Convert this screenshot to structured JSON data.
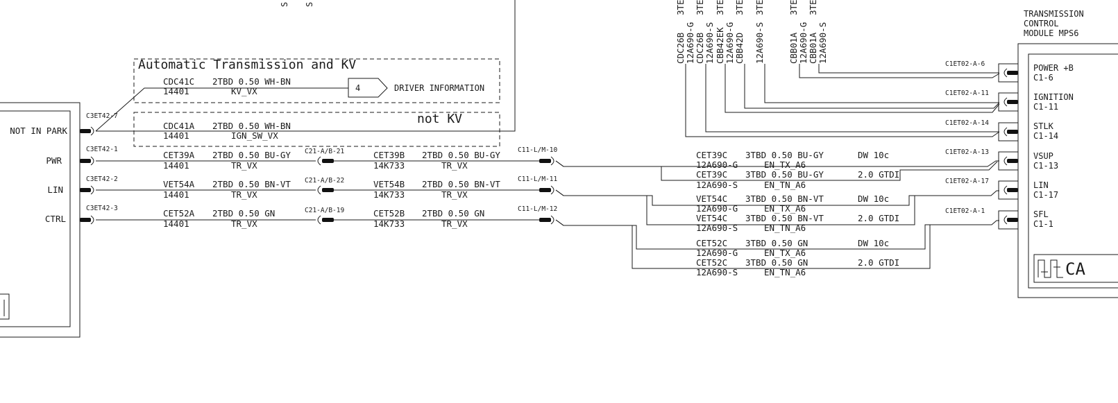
{
  "left_module": {
    "pins": [
      "NOT IN PARK",
      "PWR",
      "LIN",
      "CTRL"
    ],
    "connectors": [
      "C3ET42-7",
      "C3ET42-1",
      "C3ET42-2",
      "C3ET42-3"
    ]
  },
  "auto_box": {
    "title": "Automatic Transmission and KV",
    "circuit": "CDC41C",
    "spec": "2TBD 0.50 WH-BN",
    "harness": "14401",
    "signal": "KV_VX",
    "ref_number": "4",
    "ref_label": "DRIVER INFORMATION"
  },
  "notkv_box": {
    "title": "not KV",
    "circuit": "CDC41A",
    "spec": "2TBD 0.50 WH-BN",
    "harness": "14401",
    "signal": "IGN_SW_VX"
  },
  "rows": [
    {
      "circuit": "CET39A",
      "spec": "2TBD 0.50 BU-GY",
      "harness": "14401",
      "signal": "TR_VX",
      "mid_conn": "C21-A/B-21",
      "circuit2": "CET39B",
      "spec2": "2TBD 0.50 BU-GY",
      "harness2": "14K733",
      "signal2": "TR_VX",
      "end_conn": "C11-L/M-10"
    },
    {
      "circuit": "VET54A",
      "spec": "2TBD 0.50 BN-VT",
      "harness": "14401",
      "signal": "TR_VX",
      "mid_conn": "C21-A/B-22",
      "circuit2": "VET54B",
      "spec2": "2TBD 0.50 BN-VT",
      "harness2": "14K733",
      "signal2": "TR_VX",
      "end_conn": "C11-L/M-11"
    },
    {
      "circuit": "CET52A",
      "spec": "2TBD 0.50 GN",
      "harness": "14401",
      "signal": "TR_VX",
      "mid_conn": "C21-A/B-19",
      "circuit2": "CET52B",
      "spec2": "2TBD 0.50 GN",
      "harness2": "14K733",
      "signal2": "TR_VX",
      "end_conn": "C11-L/M-12"
    }
  ],
  "split_wires": [
    {
      "circuit": "CET39C",
      "spec": "3TBD 0.50 BU-GY",
      "harness": "12A690-G",
      "signal": "EN_TX_A6",
      "variant": "DW 10c"
    },
    {
      "circuit": "CET39C",
      "spec": "3TBD 0.50 BU-GY",
      "harness": "12A690-S",
      "signal": "EN_TN_A6",
      "variant": "2.0 GTDI"
    },
    {
      "circuit": "VET54C",
      "spec": "3TBD 0.50 BN-VT",
      "harness": "12A690-G",
      "signal": "EN_TX_A6",
      "variant": "DW 10c"
    },
    {
      "circuit": "VET54C",
      "spec": "3TBD 0.50 BN-VT",
      "harness": "12A690-S",
      "signal": "EN_TN_A6",
      "variant": "2.0 GTDI"
    },
    {
      "circuit": "CET52C",
      "spec": "3TBD 0.50 GN",
      "harness": "12A690-G",
      "signal": "EN_TX_A6",
      "variant": "DW 10c"
    },
    {
      "circuit": "CET52C",
      "spec": "3TBD 0.50 GN",
      "harness": "12A690-S",
      "signal": "EN_TN_A6",
      "variant": "2.0 GTDI"
    }
  ],
  "vertical_labels": [
    "CDC26B",
    "12A690-G",
    "CDC26B",
    "12A690-S",
    "CBB42EK",
    "12A690-G",
    "CBB42D",
    "12A690-S",
    "CBB01A",
    "12A690-G",
    "CBB01A",
    "12A690-S"
  ],
  "vertical_top": "3TE",
  "tcm": {
    "title_lines": [
      "TRANSMISSION",
      "CONTROL",
      "MODULE MPS6"
    ],
    "pins": [
      {
        "conn": "C1ET02-A-6",
        "name": "POWER +B",
        "pin": "C1-6"
      },
      {
        "conn": "C1ET02-A-11",
        "name": "IGNITION",
        "pin": "C1-11"
      },
      {
        "conn": "C1ET02-A-14",
        "name": "STLK",
        "pin": "C1-14"
      },
      {
        "conn": "C1ET02-A-13",
        "name": "VSUP",
        "pin": "C1-13"
      },
      {
        "conn": "C1ET02-A-17",
        "name": "LIN",
        "pin": "C1-17"
      },
      {
        "conn": "C1ET02-A-1",
        "name": "SFL",
        "pin": "C1-1"
      }
    ],
    "badge_text": "CA"
  },
  "top_fragments": [
    "S",
    "S"
  ]
}
